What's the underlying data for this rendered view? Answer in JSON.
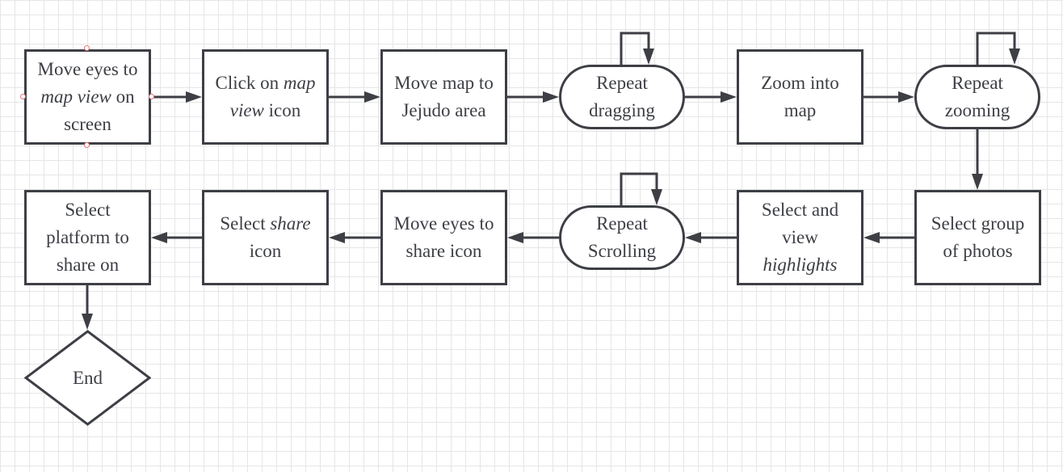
{
  "diagram": {
    "type": "flowchart",
    "nodes": [
      {
        "id": "move-eyes-map-view",
        "shape": "rect",
        "parts": [
          [
            "Move eyes to",
            false
          ],
          [
            "map view",
            true
          ],
          [
            " on",
            false
          ],
          [
            "screen",
            false
          ]
        ]
      },
      {
        "id": "click-map-view",
        "shape": "rect",
        "parts": [
          [
            "Click on ",
            false
          ],
          [
            "map",
            true
          ],
          [
            "view",
            true
          ],
          [
            " icon",
            false
          ]
        ]
      },
      {
        "id": "move-map-jejudo",
        "shape": "rect",
        "parts": [
          [
            "Move map to",
            false
          ],
          [
            "Jejudo area",
            false
          ]
        ]
      },
      {
        "id": "repeat-dragging",
        "shape": "pill",
        "parts": [
          [
            "Repeat",
            false
          ],
          [
            "dragging",
            false
          ]
        ]
      },
      {
        "id": "zoom-into-map",
        "shape": "rect",
        "parts": [
          [
            "Zoom into",
            false
          ],
          [
            "map",
            false
          ]
        ]
      },
      {
        "id": "repeat-zooming",
        "shape": "pill",
        "parts": [
          [
            "Repeat",
            false
          ],
          [
            "zooming",
            false
          ]
        ]
      },
      {
        "id": "select-group-photos",
        "shape": "rect",
        "parts": [
          [
            "Select group",
            false
          ],
          [
            "of photos",
            false
          ]
        ]
      },
      {
        "id": "select-view-highlights",
        "shape": "rect",
        "parts": [
          [
            "Select and",
            false
          ],
          [
            "view",
            false
          ],
          [
            "highlights",
            true
          ]
        ]
      },
      {
        "id": "repeat-scrolling",
        "shape": "pill",
        "parts": [
          [
            "Repeat",
            false
          ],
          [
            "Scrolling",
            false
          ]
        ]
      },
      {
        "id": "move-eyes-share",
        "shape": "rect",
        "parts": [
          [
            "Move eyes to",
            false
          ],
          [
            "share icon",
            false
          ]
        ]
      },
      {
        "id": "select-share-icon",
        "shape": "rect",
        "parts": [
          [
            "Select ",
            false
          ],
          [
            "share",
            true
          ],
          [
            "icon",
            false
          ]
        ]
      },
      {
        "id": "select-platform",
        "shape": "rect",
        "parts": [
          [
            "Select",
            false
          ],
          [
            "platform to",
            false
          ],
          [
            "share on",
            false
          ]
        ]
      },
      {
        "id": "end",
        "shape": "diamond",
        "parts": [
          [
            "End",
            false
          ]
        ]
      }
    ],
    "edges": [
      {
        "from": "move-eyes-map-view",
        "to": "click-map-view"
      },
      {
        "from": "click-map-view",
        "to": "move-map-jejudo"
      },
      {
        "from": "move-map-jejudo",
        "to": "repeat-dragging"
      },
      {
        "from": "repeat-dragging",
        "to": "repeat-dragging"
      },
      {
        "from": "repeat-dragging",
        "to": "zoom-into-map"
      },
      {
        "from": "zoom-into-map",
        "to": "repeat-zooming"
      },
      {
        "from": "repeat-zooming",
        "to": "repeat-zooming"
      },
      {
        "from": "repeat-zooming",
        "to": "select-group-photos"
      },
      {
        "from": "select-group-photos",
        "to": "select-view-highlights"
      },
      {
        "from": "select-view-highlights",
        "to": "repeat-scrolling"
      },
      {
        "from": "repeat-scrolling",
        "to": "repeat-scrolling"
      },
      {
        "from": "repeat-scrolling",
        "to": "move-eyes-share"
      },
      {
        "from": "move-eyes-share",
        "to": "select-share-icon"
      },
      {
        "from": "select-share-icon",
        "to": "select-platform"
      },
      {
        "from": "select-platform",
        "to": "end"
      }
    ],
    "colors": {
      "stroke": "#3d3f45",
      "text": "#3d3f45",
      "grid": "#e6e6e6",
      "selection_handle": "#e0737c"
    }
  }
}
